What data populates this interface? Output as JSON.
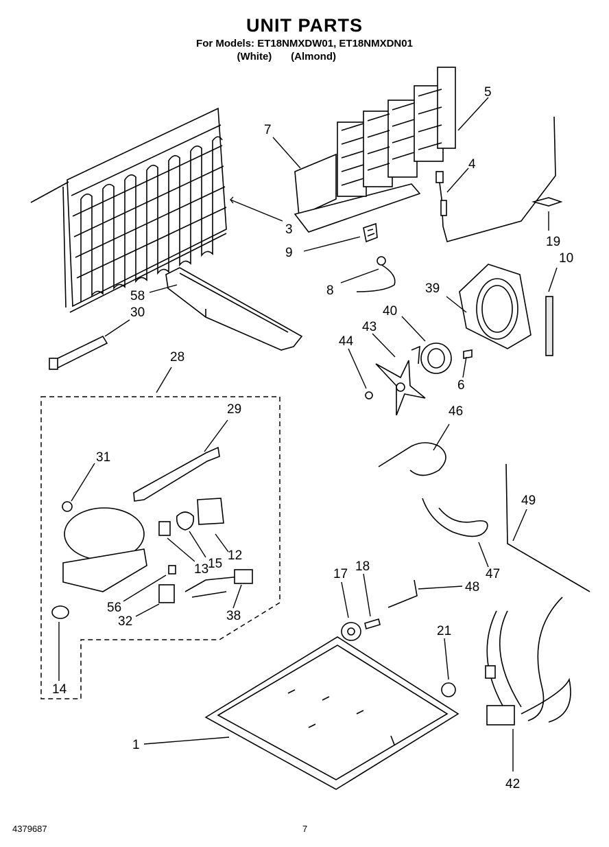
{
  "header": {
    "title": "UNIT PARTS",
    "models_line": "For Models: ET18NMXDW01, ET18NMXDN01",
    "color_white": "(White)",
    "color_almond": "(Almond)"
  },
  "callouts": {
    "n1": "1",
    "n3": "3",
    "n4": "4",
    "n5": "5",
    "n6": "6",
    "n7": "7",
    "n8": "8",
    "n9": "9",
    "n10": "10",
    "n12": "12",
    "n13": "13",
    "n14": "14",
    "n15": "15",
    "n17": "17",
    "n18": "18",
    "n19": "19",
    "n21": "21",
    "n28": "28",
    "n29": "29",
    "n30": "30",
    "n31": "31",
    "n32": "32",
    "n38": "38",
    "n39": "39",
    "n40": "40",
    "n42": "42",
    "n43": "43",
    "n44": "44",
    "n46": "46",
    "n47": "47",
    "n48": "48",
    "n49": "49",
    "n56": "56",
    "n58": "58"
  },
  "footer": {
    "part_number": "4379687",
    "page_number": "7"
  }
}
